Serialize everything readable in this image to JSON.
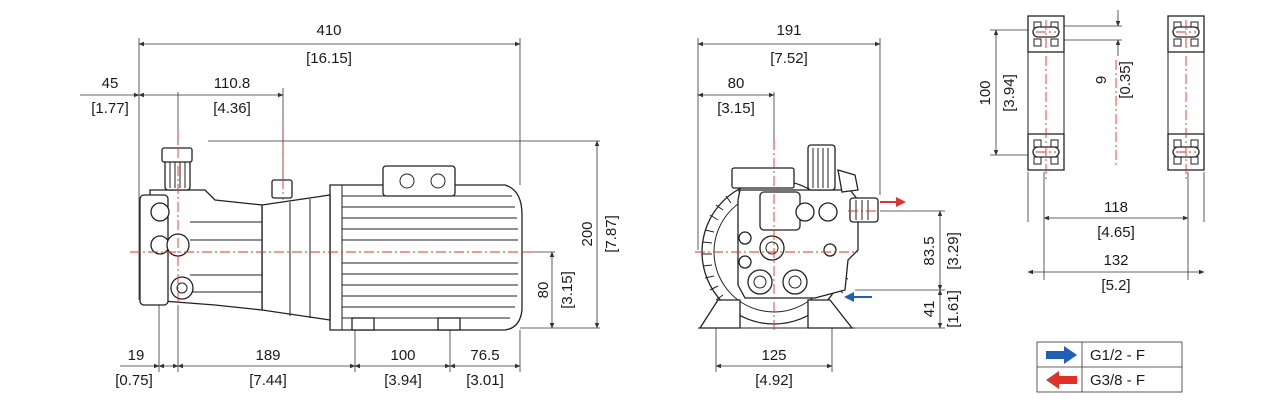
{
  "side_view": {
    "overall_length": {
      "mm": "410",
      "inch": "[16.15]"
    },
    "offset_left": {
      "mm": "45",
      "inch": "[1.77]"
    },
    "pump_span": {
      "mm": "110.8",
      "inch": "[4.36]"
    },
    "height": {
      "mm": "200",
      "inch": "[7.87]"
    },
    "shaft_height": {
      "mm": "80",
      "inch": "[3.15]"
    },
    "bottom_a": {
      "mm": "19",
      "inch": "[0.75]"
    },
    "bottom_b": {
      "mm": "189",
      "inch": "[7.44]"
    },
    "bottom_c": {
      "mm": "100",
      "inch": "[3.94]"
    },
    "bottom_d": {
      "mm": "76.5",
      "inch": "[3.01]"
    }
  },
  "front_view": {
    "width": {
      "mm": "191",
      "inch": "[7.52]"
    },
    "center_offset": {
      "mm": "80",
      "inch": "[3.15]"
    },
    "port_height": {
      "mm": "83.5",
      "inch": "[3.29]"
    },
    "inlet_height": {
      "mm": "41",
      "inch": "[1.61]"
    },
    "foot_span": {
      "mm": "125",
      "inch": "[4.92]"
    }
  },
  "base_plan": {
    "depth": {
      "mm": "100",
      "inch": "[3.94]"
    },
    "slot": {
      "mm": "9",
      "inch": "[0.35]"
    },
    "width_inner": {
      "mm": "118",
      "inch": "[4.65]"
    },
    "width_outer": {
      "mm": "132",
      "inch": "[5.2]"
    }
  },
  "legend": {
    "inlet_label": "G1/2 - F",
    "outlet_label": "G3/8 - F",
    "inlet_color": "#1f5fb4",
    "outlet_color": "#e0312b",
    "inlet_icon": "blue-arrow-right-icon",
    "outlet_icon": "red-arrow-left-icon"
  }
}
